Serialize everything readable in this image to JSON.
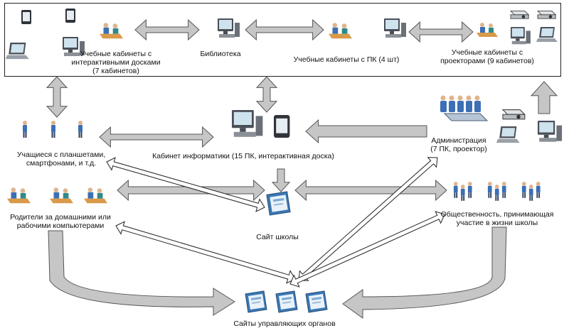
{
  "diagram": {
    "top_row": {
      "interactive_rooms": "Учебные кабинеты с\nинтерактивными досками\n(7 кабинетов)",
      "library": "Библиотека",
      "pc_rooms": "Учебные кабинеты с ПК (4 шт)",
      "projector_rooms": "Учебные кабинеты с\nпроекторами (9 кабинетов)"
    },
    "students": "Учащиеся с планшетами,\nсмартфонами, и т.д.",
    "it_room": "Кабинет информатики (15 ПК, интерактивная доска)",
    "administration": "Администрация\n(7 ПК, проектор)",
    "parents": "Родители за домашними или\nрабочими компьютерами",
    "school_site": "Сайт школы",
    "public": "Общественность, принимающая\nучастие в жизни школы",
    "governing_sites": "Сайты управляющих органов"
  },
  "colors": {
    "arrow_fill": "#c6c6c6",
    "arrow_stroke": "#555555",
    "monitor": "#4a4f58",
    "screen": "#cfe3ee",
    "person_body": "#3c6fb4",
    "desk": "#d99a4a",
    "site_card": "#3a78b5"
  }
}
